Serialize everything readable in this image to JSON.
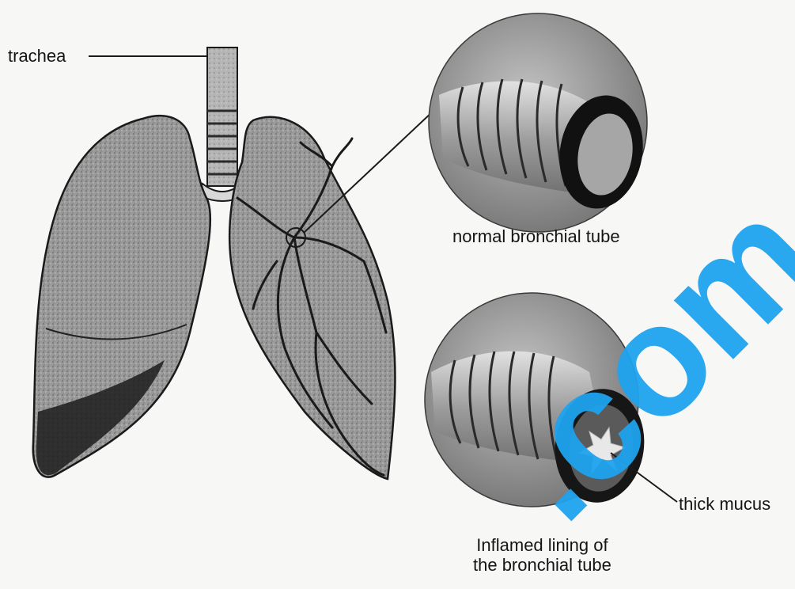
{
  "labels": {
    "trachea": "trachea",
    "normal_tube": "normal bronchial tube",
    "thick_mucus": "thick mucus",
    "inflamed_line1": "Inflamed lining of",
    "inflamed_line2": "the bronchial tube"
  },
  "watermark": {
    "text": ".com",
    "color": "#1fa3ee"
  },
  "colors": {
    "lung_fill": "#8f8f8f",
    "lung_dark": "#2a2a2a",
    "line": "#1a1a1a",
    "background": "#f7f7f5"
  }
}
